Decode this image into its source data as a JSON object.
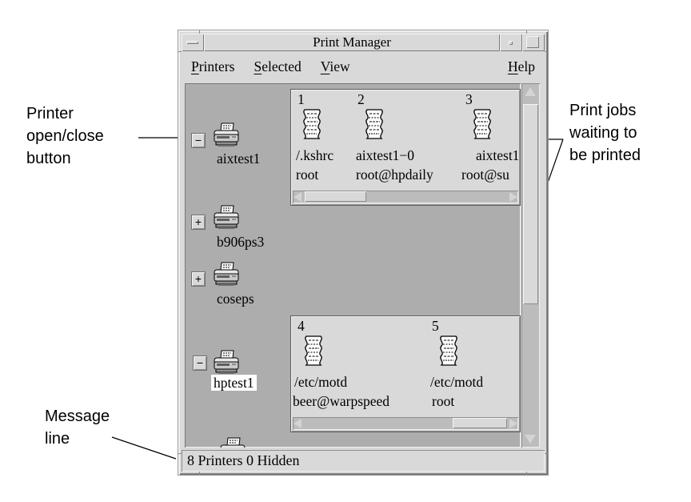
{
  "window": {
    "title": "Print Manager",
    "status": "8 Printers 0 Hidden"
  },
  "menubar": {
    "items": [
      {
        "mnemonic": "P",
        "rest": "rinters"
      },
      {
        "mnemonic": "S",
        "rest": "elected"
      },
      {
        "mnemonic": "V",
        "rest": "iew"
      }
    ],
    "help": {
      "mnemonic": "H",
      "rest": "elp"
    }
  },
  "printers": [
    {
      "name": "aixtest1",
      "toggle": "−",
      "state": "open",
      "selected": false
    },
    {
      "name": "b906ps3",
      "toggle": "+",
      "state": "closed",
      "selected": false
    },
    {
      "name": "coseps",
      "toggle": "+",
      "state": "closed",
      "selected": false
    },
    {
      "name": "hptest1",
      "toggle": "−",
      "state": "open",
      "selected": true
    }
  ],
  "job_panels": [
    {
      "printer": "aixtest1",
      "jobs": [
        {
          "number": "1",
          "file": "/.kshrc",
          "owner": "root"
        },
        {
          "number": "2",
          "file": "aixtest1−0",
          "owner": "root@hpdaily"
        },
        {
          "number": "3",
          "file": "aixtest1",
          "owner": "root@su"
        }
      ]
    },
    {
      "printer": "hptest1",
      "jobs": [
        {
          "number": "4",
          "file": "/etc/motd",
          "owner": "beer@warpspeed"
        },
        {
          "number": "5",
          "file": "/etc/motd",
          "owner": "root"
        }
      ]
    }
  ],
  "callouts": {
    "printer_toggle": [
      "Printer",
      "open/close",
      "button"
    ],
    "print_jobs": [
      "Print jobs",
      "waiting to",
      "be printed"
    ],
    "message_line": [
      "Message",
      "line"
    ]
  },
  "icons": {
    "window_menu": "horizontal-dash",
    "minimize": "small-square-dot",
    "maximize": "square-outline",
    "printer": "desktop-printer",
    "print_job": "document-scroll",
    "toggle_open": "−",
    "toggle_closed": "+"
  },
  "colors": {
    "frame": "#d9d9d9",
    "canvas": "#adadad",
    "panel": "#d9d9d9",
    "scroll_trough": "#bcbcbc",
    "selection_bg": "#ffffff",
    "text": "#000000"
  }
}
